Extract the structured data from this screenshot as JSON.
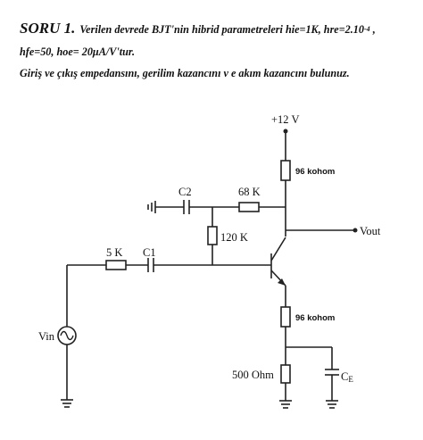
{
  "question": {
    "lead": "SORU 1.",
    "line1_a": "Verilen devrede BJT'nin hibrid parametreleri hie=1K, hre=2.10",
    "line1_sup": "-4",
    "line1_b": " ,",
    "line2": "hfe=50, hoe= 20μA/V'tur.",
    "line3": "Giriş ve çıkış empedansını, gerilim kazancını v e akım kazancını bulunuz."
  },
  "circuit": {
    "supply": "+12 V",
    "rc_top": "96 kohom",
    "c2": "C2",
    "rf": "68 K",
    "rb": "120 K",
    "rs": "5 K",
    "c1": "C1",
    "vin": "Vin",
    "vout": "Vout",
    "re1": "96 kohom",
    "re2": "500 Ohm",
    "ce": "C",
    "ce_sub": "E"
  }
}
